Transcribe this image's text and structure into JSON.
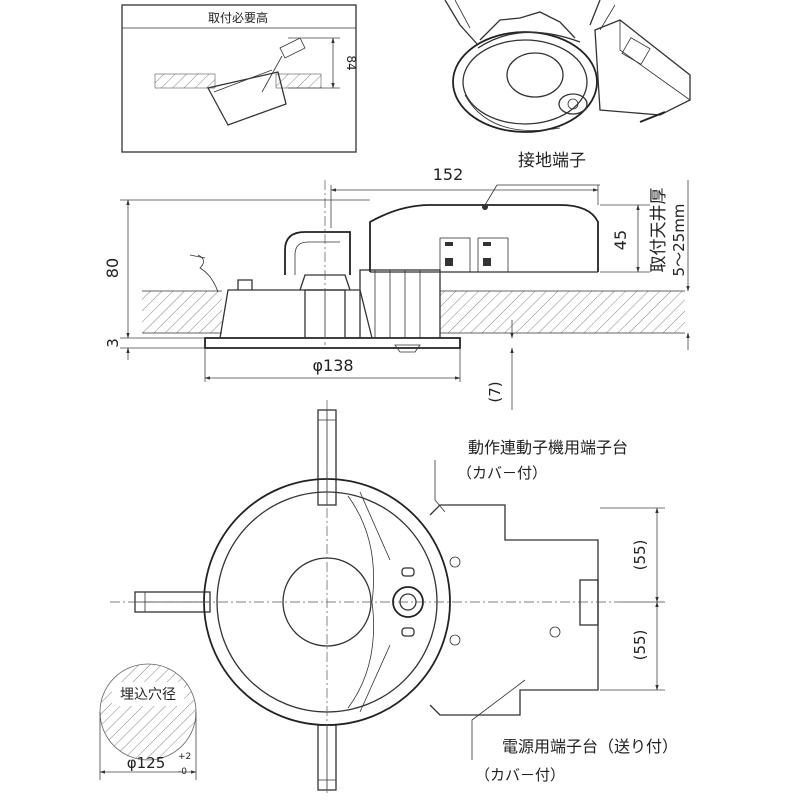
{
  "labels": {
    "mount_height": "取付必要高",
    "mount_height_value": "84",
    "width_152": "152",
    "ground_terminal": "接地端子",
    "height_80": "80",
    "height_45": "45",
    "ceiling_thickness": "取付天井厚",
    "ceiling_range": "5～25mm",
    "height_3": "3",
    "diameter_138": "φ138",
    "gap_7": "(7)",
    "sensor_terminal": "動作連動子機用端子台",
    "sensor_cover": "（カバ－付）",
    "dim_55_top": "(55)",
    "dim_55_bottom": "(55)",
    "power_terminal": "電源用端子台（送り付）",
    "power_cover": "（カバ－付）",
    "cutout_label": "埋込穴径",
    "cutout_diameter": "φ125",
    "tol_plus": "+2",
    "tol_minus": "-0"
  }
}
